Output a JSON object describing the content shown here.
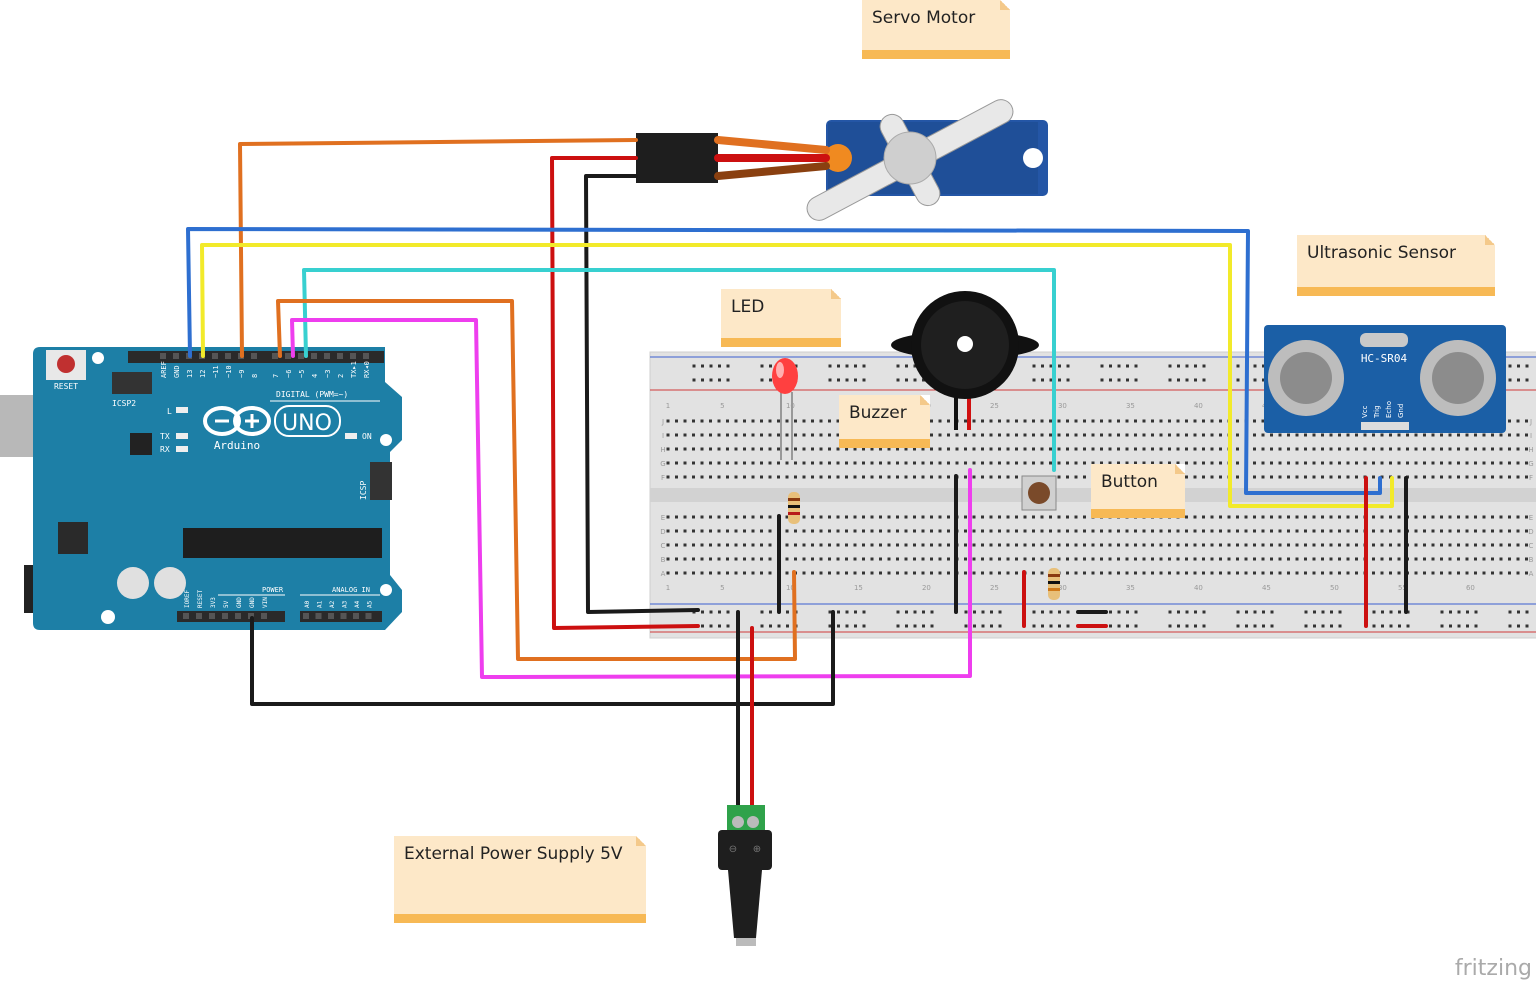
{
  "notes": {
    "servo": "Servo Motor",
    "ultrasonic": "Ultrasonic Sensor",
    "led": "LED",
    "buzzer": "Buzzer",
    "button": "Button",
    "power": "External Power Supply 5V"
  },
  "arduino": {
    "reset": "RESET",
    "icsp2": "ICSP2",
    "icsp": "ICSP",
    "brand": "Arduino",
    "model": "UNO",
    "digital": "DIGITAL (PWM=~)",
    "tx": "TX",
    "rx": "RX",
    "l": "L",
    "on": "ON",
    "power": "POWER",
    "analog": "ANALOG IN",
    "top_pins": [
      "AREF",
      "GND",
      "13",
      "12",
      "~11",
      "~10",
      "~9",
      "8",
      "7",
      "~6",
      "~5",
      "4",
      "~3",
      "2",
      "TX▸1",
      "RX◂0"
    ],
    "bottom_pins": [
      "IOREF",
      "RESET",
      "3V3",
      "5V",
      "GND",
      "GND",
      "VIN",
      "A0",
      "A1",
      "A2",
      "A3",
      "A4",
      "A5"
    ]
  },
  "sensor": {
    "model": "HC-SR04",
    "pins": [
      "Vcc",
      "Trig",
      "Echo",
      "Gnd"
    ]
  },
  "breadboard": {
    "rows_top": [
      "J",
      "I",
      "H",
      "G",
      "F"
    ],
    "rows_bottom": [
      "E",
      "D",
      "C",
      "B",
      "A"
    ],
    "col_numbers": [
      "1",
      "5",
      "10",
      "15",
      "20",
      "25",
      "30",
      "35",
      "40",
      "45",
      "50",
      "55",
      "60"
    ]
  },
  "app_brand": "fritzing",
  "colors": {
    "board": "#1d7fa6",
    "wire_orange": "#e07020",
    "wire_blue": "#2e6fd0",
    "wire_yellow": "#f2ea2a",
    "wire_cyan": "#38d0d0",
    "wire_magenta": "#ee3eee",
    "wire_red": "#cc1010",
    "wire_black": "#1a1a1a"
  }
}
